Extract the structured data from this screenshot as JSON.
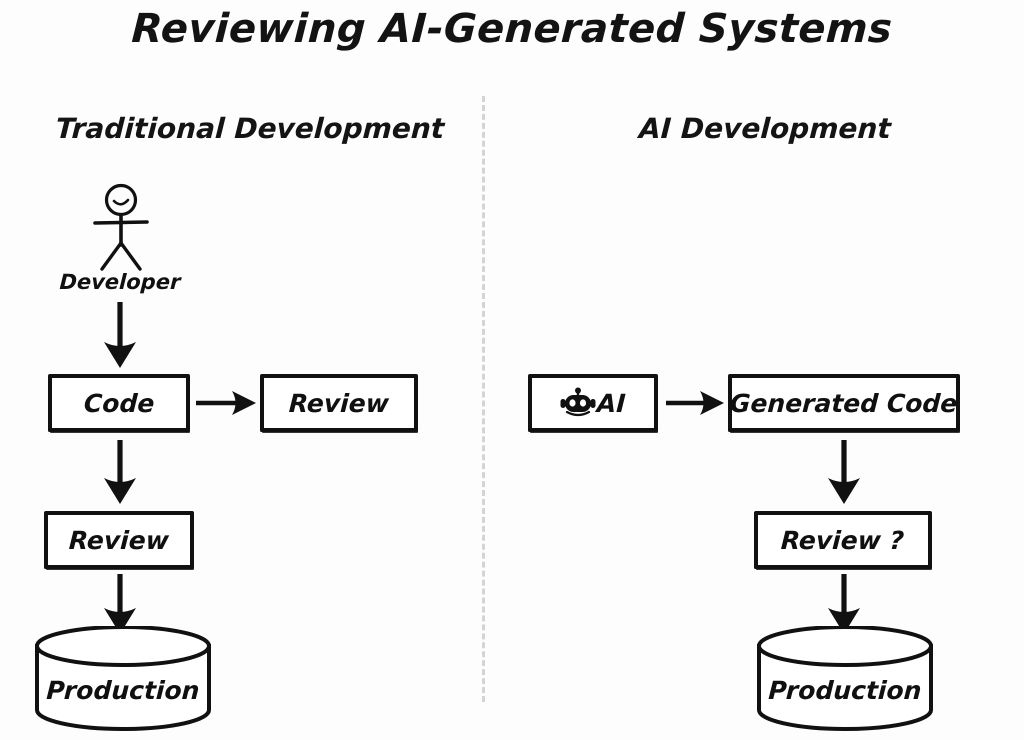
{
  "page": {
    "title": "Reviewing AI-Generated Systems",
    "background_color": "#fdfdfd",
    "ink_color": "#111111",
    "divider_color": "#d4d4d4"
  },
  "columns": {
    "left": {
      "heading": "Traditional Development",
      "actor": {
        "icon": "stick-figure-person-icon",
        "label": "Developer"
      },
      "nodes": [
        {
          "id": "code",
          "label": "Code",
          "shape": "rect"
        },
        {
          "id": "review",
          "label": "Review",
          "shape": "rect"
        },
        {
          "id": "review2",
          "label": "Review",
          "shape": "rect"
        },
        {
          "id": "production",
          "label": "Production",
          "shape": "cylinder"
        }
      ]
    },
    "right": {
      "heading": "AI Development",
      "actor": {
        "icon": "robot-icon",
        "label": "AI"
      },
      "nodes": [
        {
          "id": "ai",
          "label": "AI",
          "shape": "rect"
        },
        {
          "id": "generated-code",
          "label": "Generated Code",
          "shape": "rect"
        },
        {
          "id": "review-question",
          "label": "Review ?",
          "shape": "rect"
        },
        {
          "id": "production",
          "label": "Production",
          "shape": "cylinder"
        }
      ]
    }
  },
  "arrows": [
    {
      "from": "developer",
      "to": "code",
      "direction": "down"
    },
    {
      "from": "code",
      "to": "review",
      "direction": "right"
    },
    {
      "from": "code",
      "to": "review2",
      "direction": "down"
    },
    {
      "from": "review2",
      "to": "production",
      "direction": "down"
    },
    {
      "from": "ai",
      "to": "generated-code",
      "direction": "right"
    },
    {
      "from": "generated-code",
      "to": "review-question",
      "direction": "down"
    },
    {
      "from": "review-question",
      "to": "production",
      "direction": "down"
    }
  ]
}
